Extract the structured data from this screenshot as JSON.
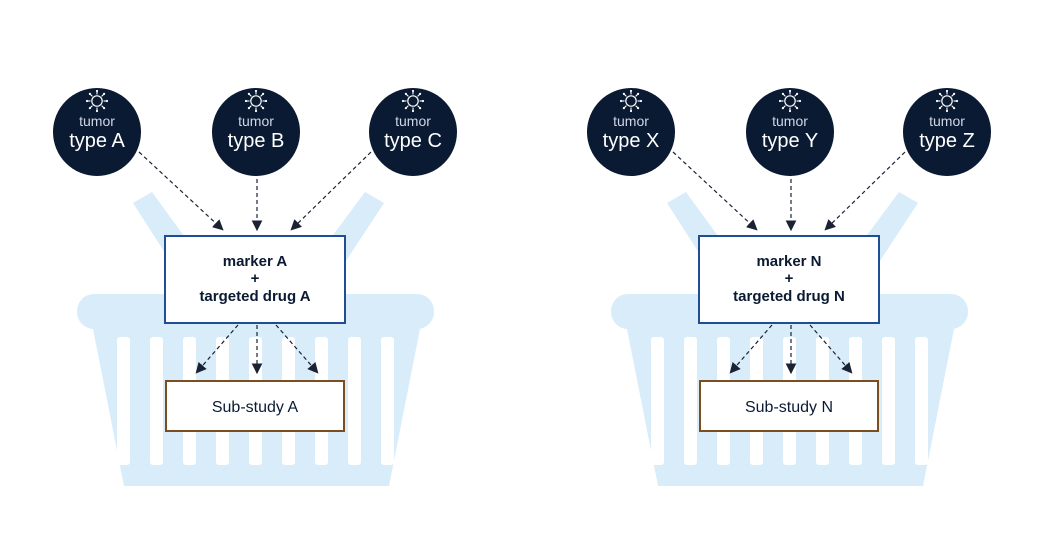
{
  "colors": {
    "basket": "#d8ecfa",
    "circle": "#0b1a33",
    "marker_border": "#1f4e96",
    "substudy_border": "#7a4e1e",
    "arrow": "#1a2233"
  },
  "baskets": [
    {
      "tumors": [
        {
          "line1": "tumor",
          "line2": "type A",
          "icon": "tumor-cell-icon"
        },
        {
          "line1": "tumor",
          "line2": "type B",
          "icon": "tumor-cell-icon"
        },
        {
          "line1": "tumor",
          "line2": "type C",
          "icon": "tumor-cell-icon"
        }
      ],
      "marker": {
        "line1": "marker A",
        "line2": "+",
        "line3": "targeted drug A"
      },
      "substudy": "Sub-study A"
    },
    {
      "tumors": [
        {
          "line1": "tumor",
          "line2": "type X",
          "icon": "tumor-cell-icon"
        },
        {
          "line1": "tumor",
          "line2": "type Y",
          "icon": "tumor-cell-icon"
        },
        {
          "line1": "tumor",
          "line2": "type Z",
          "icon": "tumor-cell-icon"
        }
      ],
      "marker": {
        "line1": "marker N",
        "line2": "+",
        "line3": "targeted drug N"
      },
      "substudy": "Sub-study N"
    }
  ]
}
